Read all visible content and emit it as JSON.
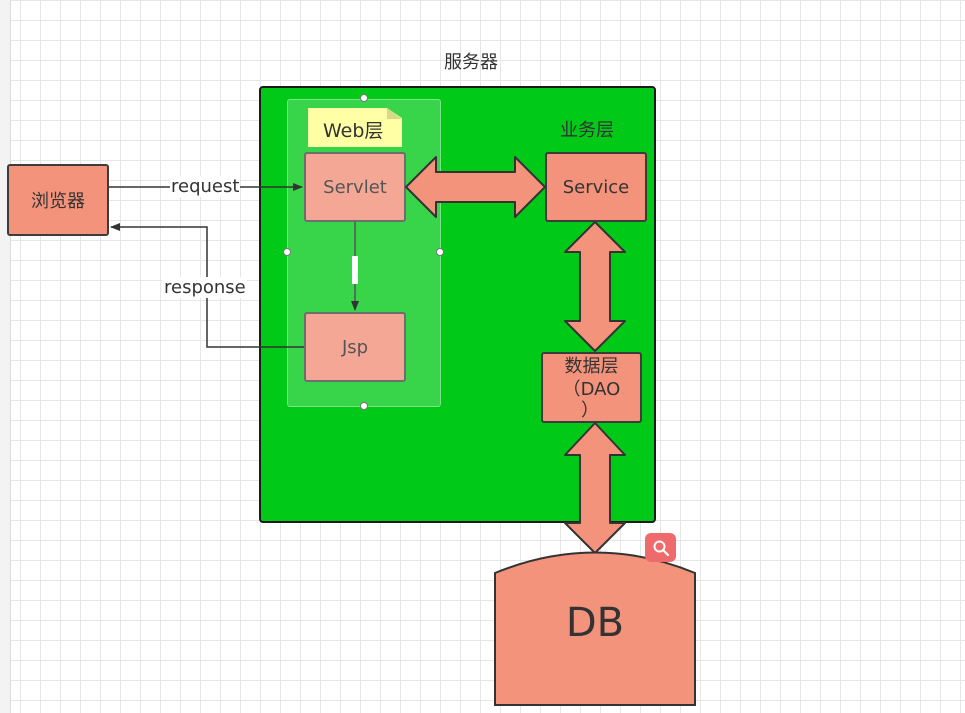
{
  "diagram": {
    "server_label": "服务器",
    "business_layer_label": "业务层",
    "web_layer_label": "Web层",
    "browser_label": "浏览器",
    "servlet_label": "Servlet",
    "jsp_label": "Jsp",
    "service_label": "Service",
    "data_layer_line1": "数据层",
    "data_layer_line2": "（DAO",
    "data_layer_line3": "）",
    "db_label": "DB",
    "edge_request_label": "request",
    "edge_response_label": "response",
    "edge_servlet_jsp_label": "|"
  },
  "colors": {
    "server_fill": "#00c918",
    "node_fill": "#f4937b",
    "web_node_fill": "#f5a796",
    "note_fill": "#ffffa6",
    "edge_color": "#333333",
    "badge_fill": "#ef6a6a"
  },
  "icons": {
    "search_badge": "search-icon"
  }
}
